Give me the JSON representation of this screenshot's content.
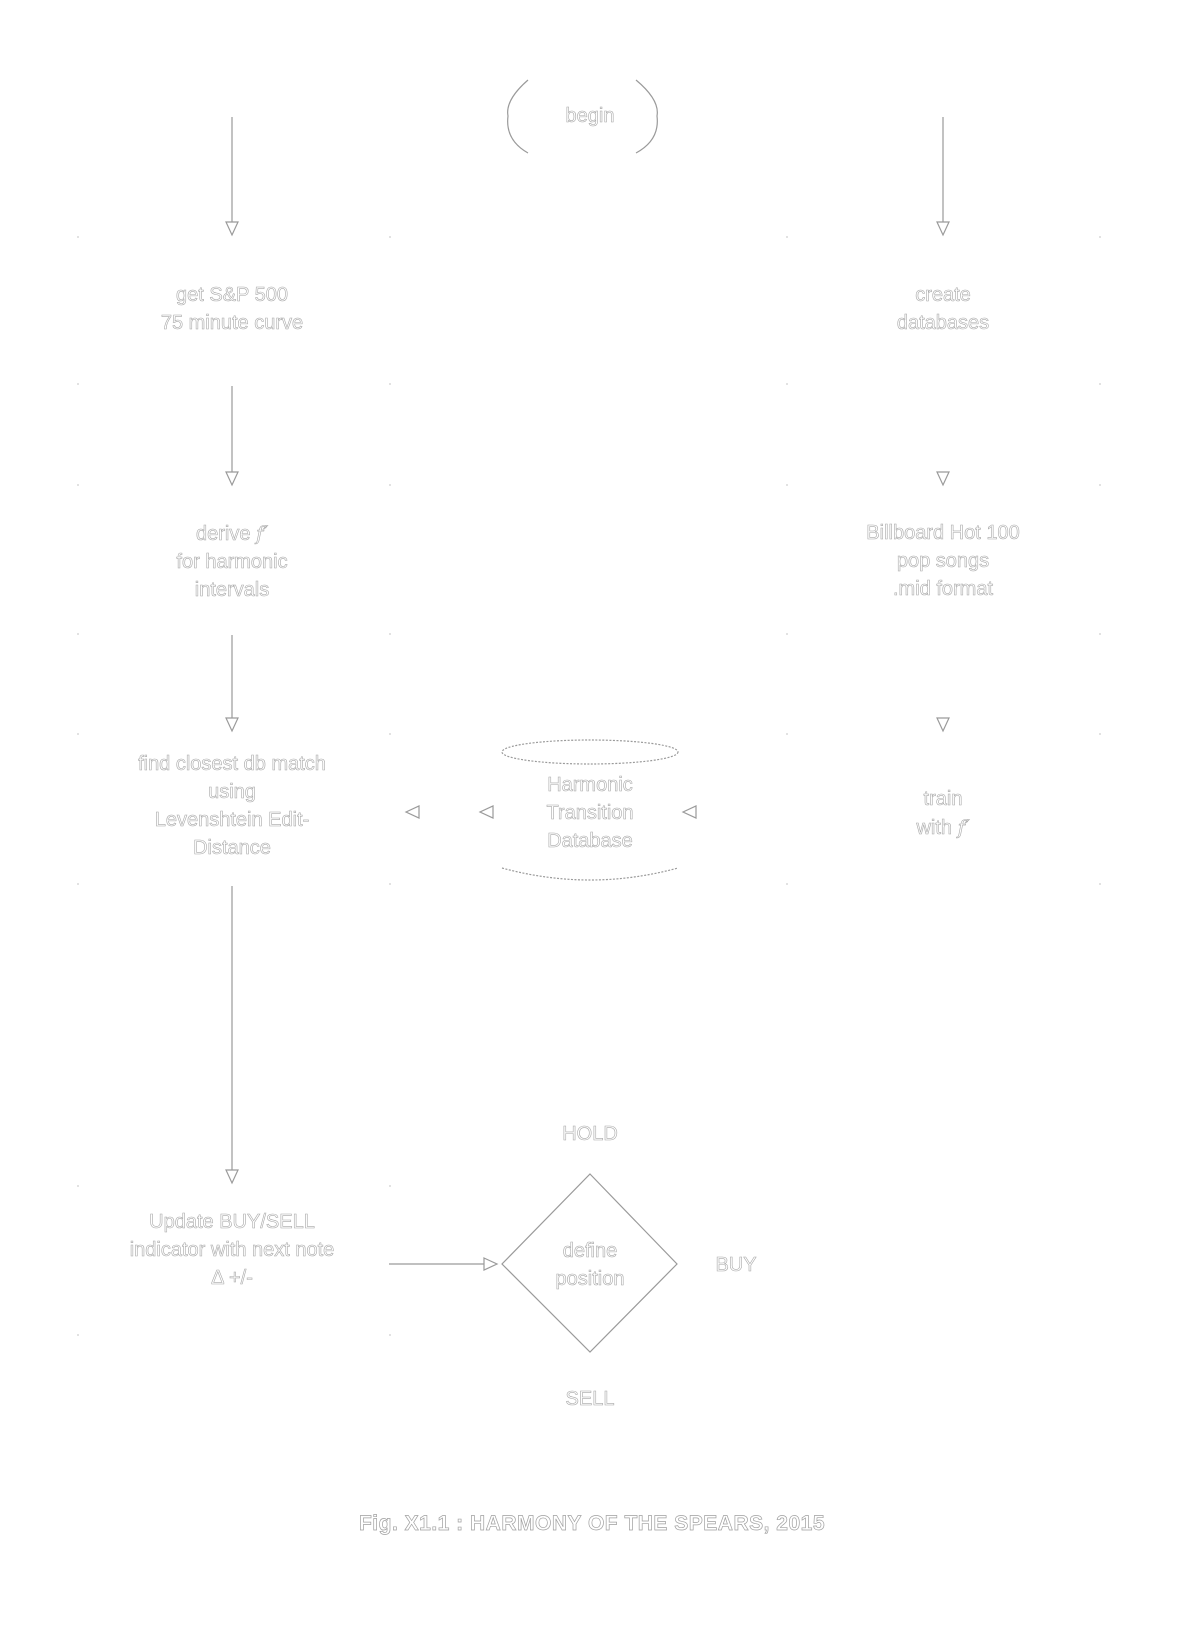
{
  "diagram": {
    "start": "begin",
    "left_column": [
      {
        "lines": [
          "get S&P 500",
          "75 minute curve"
        ]
      },
      {
        "lines": [
          "derive ",
          "for harmonic",
          "intervals"
        ],
        "math": "f′"
      },
      {
        "lines": [
          "find closest db match",
          "using",
          "Levenshtein Edit-",
          "Distance"
        ]
      },
      {
        "lines": [
          "Update BUY/SELL",
          "indicator with next note",
          "Δ +/-"
        ]
      }
    ],
    "right_column": [
      {
        "lines": [
          "create",
          "databases"
        ]
      },
      {
        "lines": [
          "Billboard Hot 100",
          "pop songs",
          ".mid format"
        ]
      },
      {
        "lines": [
          "train",
          "with "
        ],
        "math": "f′"
      }
    ],
    "database": {
      "lines": [
        "Harmonic",
        "Transition",
        "Database"
      ]
    },
    "decision": {
      "lines": [
        "define",
        "position"
      ]
    },
    "outcomes": {
      "top": "HOLD",
      "right": "BUY",
      "bottom": "SELL"
    },
    "caption": "Fig. X1.1 : HARMONY OF THE SPEARS, 2015"
  }
}
